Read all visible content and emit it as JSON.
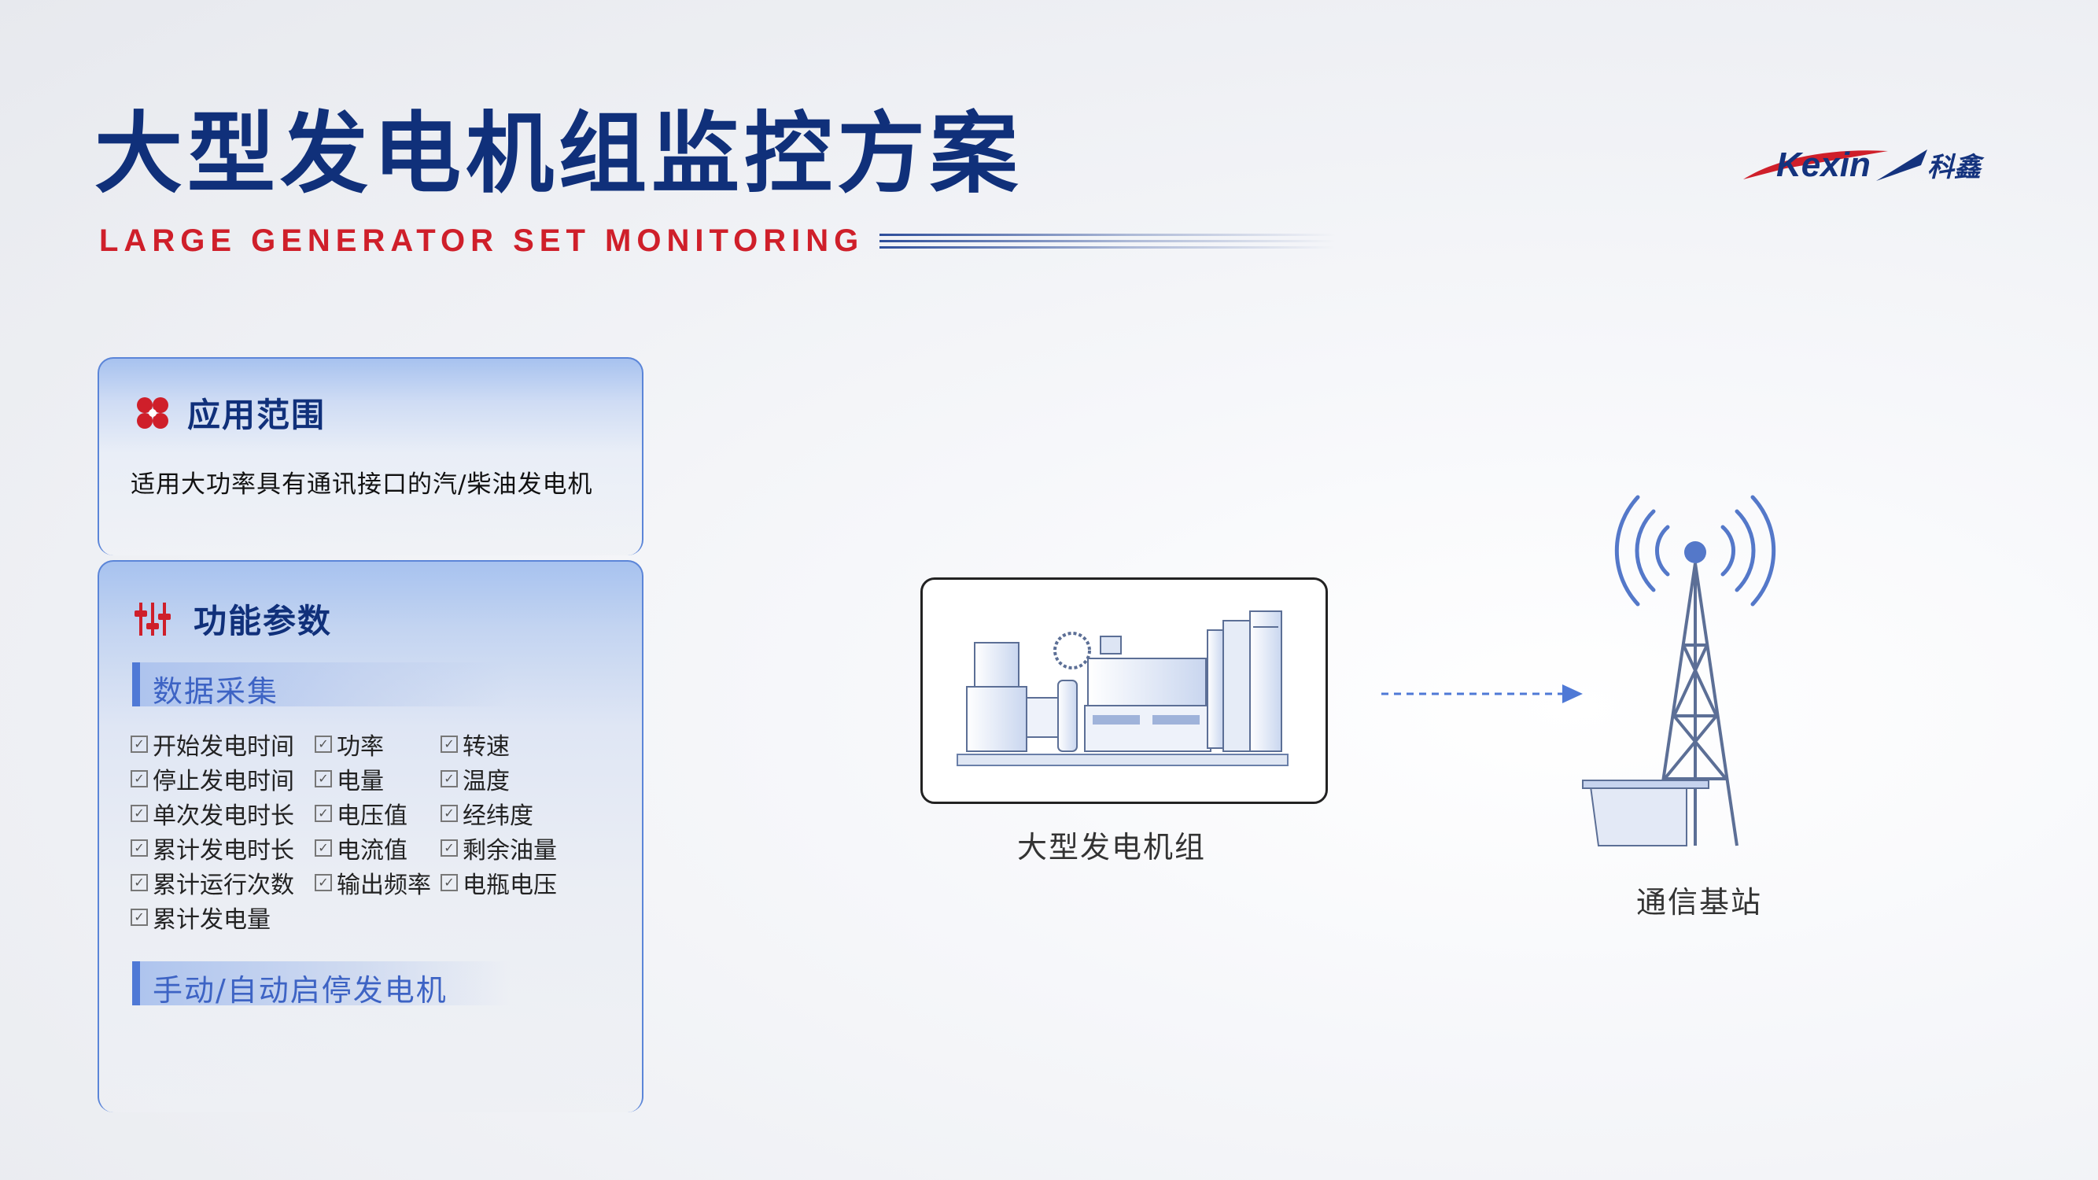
{
  "header": {
    "title": "大型发电机组监控方案",
    "subtitle": "LARGE GENERATOR SET MONITORING"
  },
  "logo": {
    "brand": "Kexin",
    "brand_cn": "科鑫"
  },
  "application": {
    "title": "应用范围",
    "icon": "clover-icon",
    "description": "适用大功率具有通讯接口的汽/柴油发电机"
  },
  "functions": {
    "title": "功能参数",
    "icon": "sliders-icon",
    "data_collection": {
      "label": "数据采集",
      "items": [
        "开始发电时间",
        "功率",
        "转速",
        "停止发电时间",
        "电量",
        "温度",
        "单次发电时长",
        "电压值",
        "经纬度",
        "累计发电时长",
        "电流值",
        "剩余油量",
        "累计运行次数",
        "输出频率",
        "电瓶电压",
        "累计发电量"
      ]
    },
    "control_label": "手动/自动启停发电机"
  },
  "diagram": {
    "generator_label": "大型发电机组",
    "station_label": "通信基站"
  },
  "colors": {
    "title": "#10307a",
    "accent_red": "#cf1f2a",
    "accent_blue": "#4f79d6"
  }
}
